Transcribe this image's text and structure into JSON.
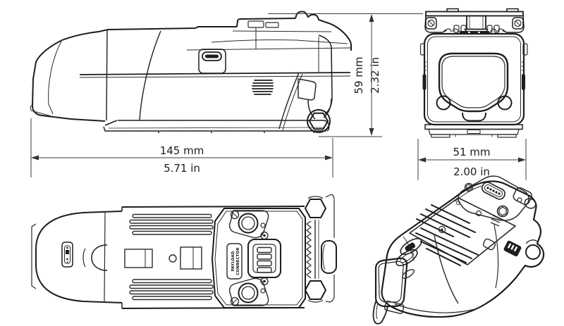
{
  "drawing": {
    "description": "four-view technical dimension drawing of a rail-mounted camera device",
    "dimensions": {
      "length": {
        "metric": "145 mm",
        "imperial": "5.71 in"
      },
      "height": {
        "metric": "59 mm",
        "imperial": "2.32 in"
      },
      "width": {
        "metric": "51 mm",
        "imperial": "2.00 in"
      }
    },
    "labels": {
      "payload_connector_line1": "PAYLOAD",
      "payload_connector_line2": "CONNECTOR"
    },
    "colors": {
      "background": "#ffffff",
      "line_art": "#1d1d1d",
      "dimension_lines": "#3c3c3c",
      "dark_fill": "#1e1e1e"
    }
  }
}
